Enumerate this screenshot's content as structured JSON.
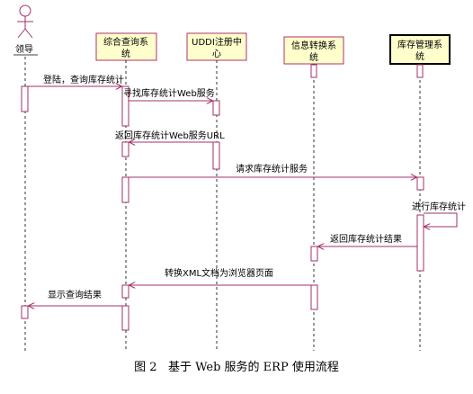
{
  "actor": {
    "label": "领导"
  },
  "objects": [
    {
      "id": "zhcx",
      "label": [
        "综合查询系",
        "统"
      ]
    },
    {
      "id": "uddi",
      "label": [
        "UDDI注册中",
        "心"
      ]
    },
    {
      "id": "xxzh",
      "label": [
        "信息转换系",
        "统"
      ]
    },
    {
      "id": "kcgl",
      "label": [
        "库存管理系",
        "统"
      ]
    }
  ],
  "messages": [
    {
      "id": "m1",
      "text": "登陆，查询库存统计"
    },
    {
      "id": "m2",
      "text": "寻找库存统计Web服务"
    },
    {
      "id": "m3",
      "text": "返回库存统计Web服务URL"
    },
    {
      "id": "m4",
      "text": "请求库存统计服务"
    },
    {
      "id": "m5",
      "text": "进行库存统计"
    },
    {
      "id": "m6",
      "text": "返回库存统计结果"
    },
    {
      "id": "m7",
      "text": "转换XML文档为浏览器页面"
    },
    {
      "id": "m8",
      "text": "显示查询结果"
    }
  ],
  "caption": "图 2   基于 Web 服务的 ERP 使用流程",
  "colors": {
    "line": "#a0306a",
    "box_fill": "#ffffcc",
    "box_border": "#b03070"
  }
}
